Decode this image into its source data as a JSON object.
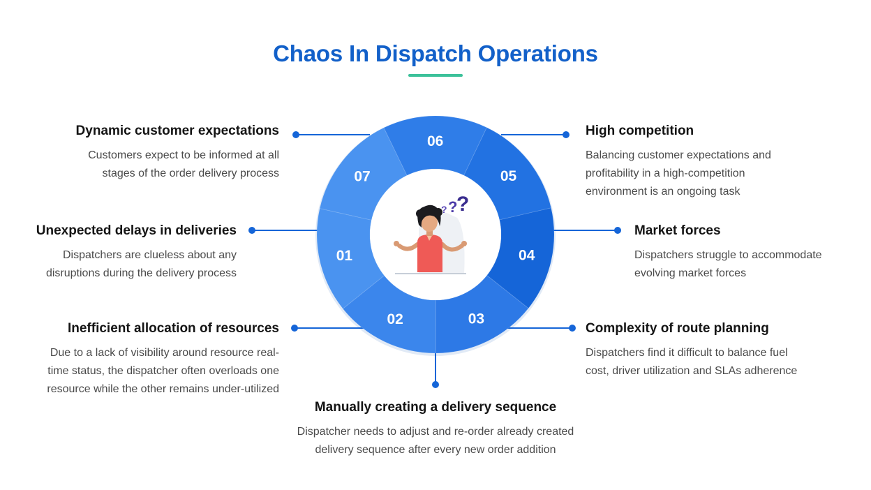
{
  "title": "Chaos In Dispatch Operations",
  "colors": {
    "title": "#1260c9",
    "underline": "#3cc19a",
    "connector": "#1565d8"
  },
  "center_illustration": "confused-person-with-question-marks",
  "segments": [
    {
      "num": "01",
      "color": "#4a93f0"
    },
    {
      "num": "02",
      "color": "#3b86ec"
    },
    {
      "num": "03",
      "color": "#2d79e6"
    },
    {
      "num": "04",
      "color": "#1565d8"
    },
    {
      "num": "05",
      "color": "#2272e2"
    },
    {
      "num": "06",
      "color": "#2f7de8"
    },
    {
      "num": "07",
      "color": "#4a93f0"
    }
  ],
  "items": [
    {
      "title": "Dynamic customer expectations",
      "lines": [
        "Customers expect to be informed at all",
        "stages of the order delivery process"
      ]
    },
    {
      "title": "Unexpected delays in deliveries",
      "lines": [
        "Dispatchers are clueless about any",
        "disruptions during the delivery process"
      ]
    },
    {
      "title": "Inefficient allocation of resources",
      "lines": [
        "Due to a lack of visibility around resource real-",
        "time status, the dispatcher often overloads one",
        "resource while the other remains under-utilized"
      ]
    },
    {
      "title": "Manually creating a delivery sequence",
      "lines": [
        "Dispatcher needs to adjust and re-order already created",
        "delivery sequence after every new order addition"
      ]
    },
    {
      "title": "Complexity of route planning",
      "lines": [
        "Dispatchers find it difficult to balance fuel",
        "cost, driver utilization and SLAs adherence"
      ]
    },
    {
      "title": "Market forces",
      "lines": [
        "Dispatchers struggle to accommodate",
        "evolving market forces"
      ]
    },
    {
      "title": "High competition",
      "lines": [
        "Balancing customer expectations and",
        "profitability in a high-competition",
        "environment is an ongoing task"
      ]
    }
  ]
}
